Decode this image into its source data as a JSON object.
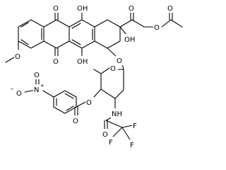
{
  "atoms": {
    "o_quinone_top": "O",
    "oh_top_ring": "OH",
    "o_ketone": "O",
    "o_acetate_top": "O",
    "o_acetate_link": "O",
    "oh_c9": "OH",
    "o_methoxy": "O",
    "o_quinone_bottom": "O",
    "oh_bottom_ring": "OH",
    "o_glycosidic": "O",
    "o_sugar_ring": "O",
    "o_nitro_top": "O",
    "n_nitro": "N",
    "o_nitro_left": "O",
    "o_ester_link": "O",
    "nh_amide": "NH",
    "o_ester_carbonyl": "O",
    "o_amide_carbonyl": "O",
    "f_left": "F",
    "f_bottom": "F",
    "f_right": "F"
  },
  "charges": {
    "nitro_n": "+",
    "nitro_o": "−"
  }
}
